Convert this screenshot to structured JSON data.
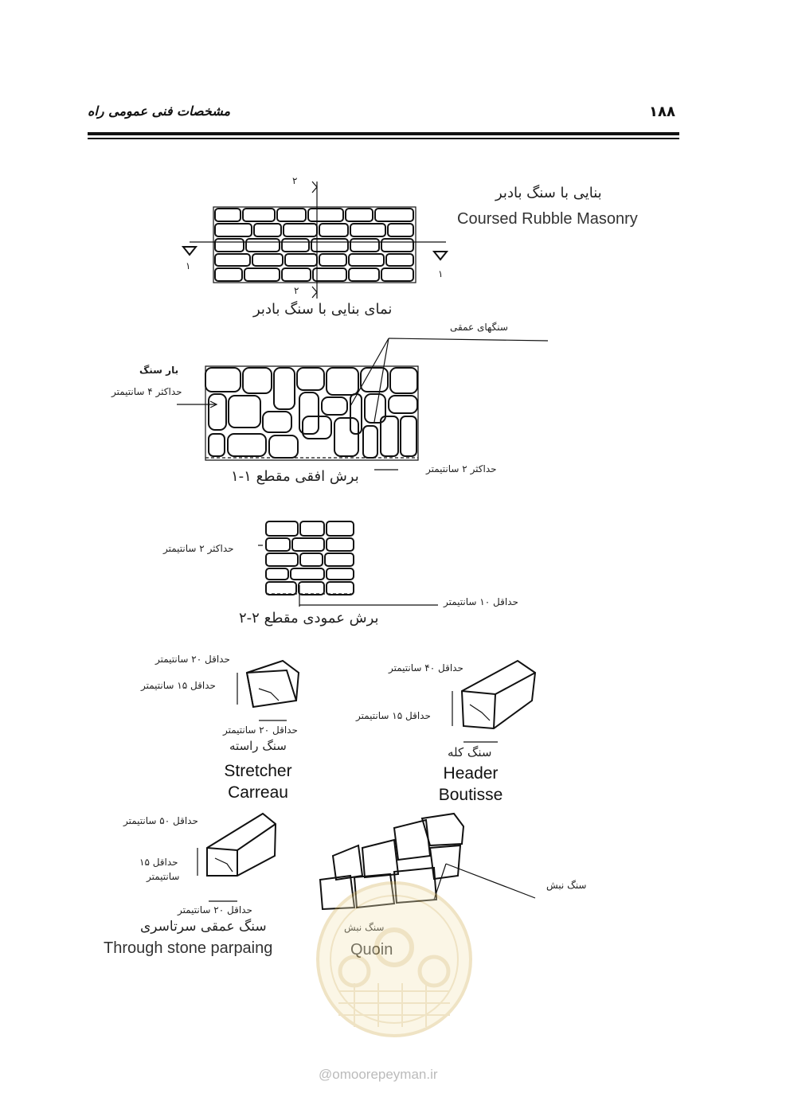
{
  "header": {
    "title": "مشخصات فنی عمومی راه",
    "page_number": "۱۸۸"
  },
  "section1": {
    "title_fa": "بنایی با سنگ بادبر",
    "title_en": "Coursed Rubble Masonry",
    "marker_top": "۲",
    "marker_bottom": "۲",
    "marker_left": "۱",
    "marker_right": "۱",
    "caption": "نمای بنایی با سنگ بادبر"
  },
  "section2": {
    "label_deep_stones": "سنگهای عمقی",
    "label_mortar": "بار سنگ",
    "label_max4": "حداکثر ۴ سانتیمتر",
    "label_max2": "حداکثر ۲ سانتیمتر",
    "caption": "برش افقی مقطع ۱-۱"
  },
  "section3": {
    "label_max2": "حداکثر ۲ سانتیمتر",
    "label_min10": "حداقل ۱۰ سانتیمتر",
    "caption": "برش عمودی مقطع ۲-۲"
  },
  "stretcher": {
    "dim_top": "حداقل ۲۰ سانتیمتر",
    "dim_left": "حداقل ۱۵ سانتیمتر",
    "dim_bottom": "حداقل ۲۰ سانتیمتر",
    "name_fa": "سنگ راسته",
    "name_en1": "Stretcher",
    "name_en2": "Carreau"
  },
  "header_stone": {
    "dim_top": "حداقل ۴۰ سانتیمتر",
    "dim_left": "حداقل ۱۵ سانتیمتر",
    "name_fa": "سنگ کله",
    "name_en1": "Header",
    "name_en2": "Boutisse"
  },
  "through_stone": {
    "dim_top": "حداقل ۵۰ سانتیمتر",
    "dim_left1": "حداقل ۱۵",
    "dim_left2": "سانتیمتر",
    "dim_bottom": "حداقل ۲۰ سانتیمتر",
    "name_fa": "سنگ عمقی سرتاسری",
    "name_en": "Through stone parpaing"
  },
  "quoin": {
    "label_right": "سنگ نبش",
    "name_fa": "سنگ نبش",
    "name_en": "Quoin"
  },
  "footer": {
    "website": "@omoorepeyman.ir"
  }
}
